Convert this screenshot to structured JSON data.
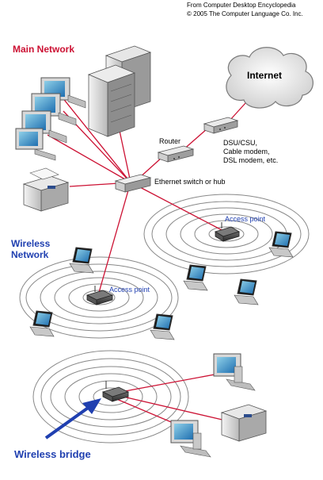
{
  "credit": {
    "line1": "From Computer Desktop Encyclopedia",
    "line2": "© 2005 The Computer Language Co. Inc."
  },
  "sections": {
    "main_network": "Main Network",
    "wireless_network_line1": "Wireless",
    "wireless_network_line2": "Network"
  },
  "labels": {
    "internet": "Internet",
    "router": "Router",
    "dsu_line1": "DSU/CSU,",
    "dsu_line2": "Cable modem,",
    "dsu_line3": "DSL modem, etc.",
    "switch": "Ethernet switch or hub",
    "access_point_1": "Access point",
    "access_point_2": "Access point",
    "wireless_bridge": "Wireless bridge"
  },
  "colors": {
    "cable": "#cc1133",
    "label_blue": "#1f3fb0",
    "ring": "#888888",
    "arrow": "#1f3fb0"
  },
  "icons": [
    "server-icon",
    "desktop-computer-icon",
    "printer-icon",
    "router-icon",
    "modem-icon",
    "switch-icon",
    "cloud-icon",
    "access-point-icon",
    "laptop-icon",
    "wireless-bridge-icon",
    "arrow-icon"
  ]
}
